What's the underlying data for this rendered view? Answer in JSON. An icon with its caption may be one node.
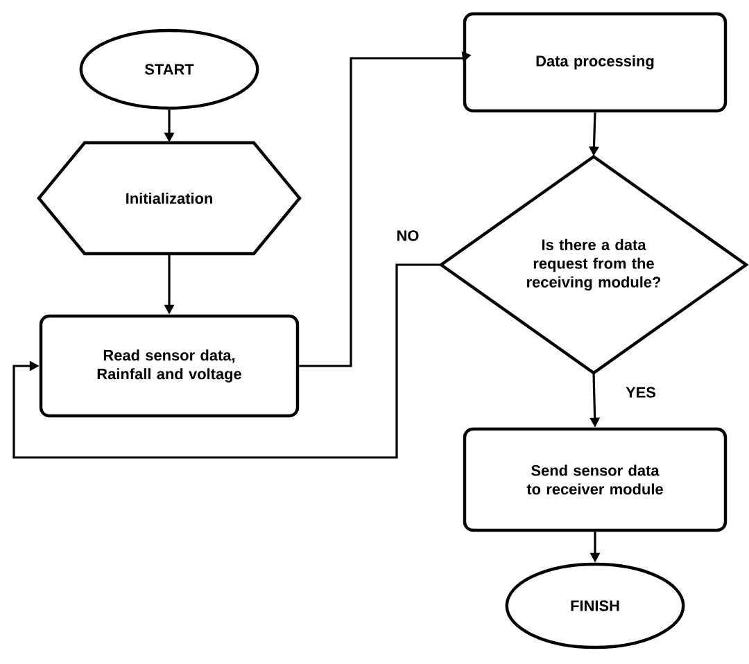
{
  "diagram": {
    "nodes": [
      {
        "text": [
          "START"
        ]
      },
      {
        "text": [
          "Initialization"
        ]
      },
      {
        "text": [
          "Read sensor data, Rainfall and voltage"
        ]
      },
      {
        "text": [
          "Data processing"
        ]
      },
      {
        "text": [
          "Is there a data request from the receiving module?"
        ]
      },
      {
        "text": [
          "Send sensor data to receiver module"
        ]
      },
      {
        "text": [
          "FINISH"
        ]
      }
    ],
    "edges": [
      {
        "from": 0,
        "to": 1,
        "arrow": "to"
      },
      {
        "from": 1,
        "to": 2,
        "arrow": "to"
      },
      {
        "from": 2,
        "to": 3,
        "arrow": "to"
      },
      {
        "from": 3,
        "to": 4,
        "arrow": "to"
      },
      {
        "from": 4,
        "to": 2,
        "arrow": "to",
        "label": "NO"
      },
      {
        "from": 4,
        "to": 5,
        "arrow": "to",
        "label": "YES"
      },
      {
        "from": 5,
        "to": 6,
        "arrow": "to"
      }
    ]
  }
}
